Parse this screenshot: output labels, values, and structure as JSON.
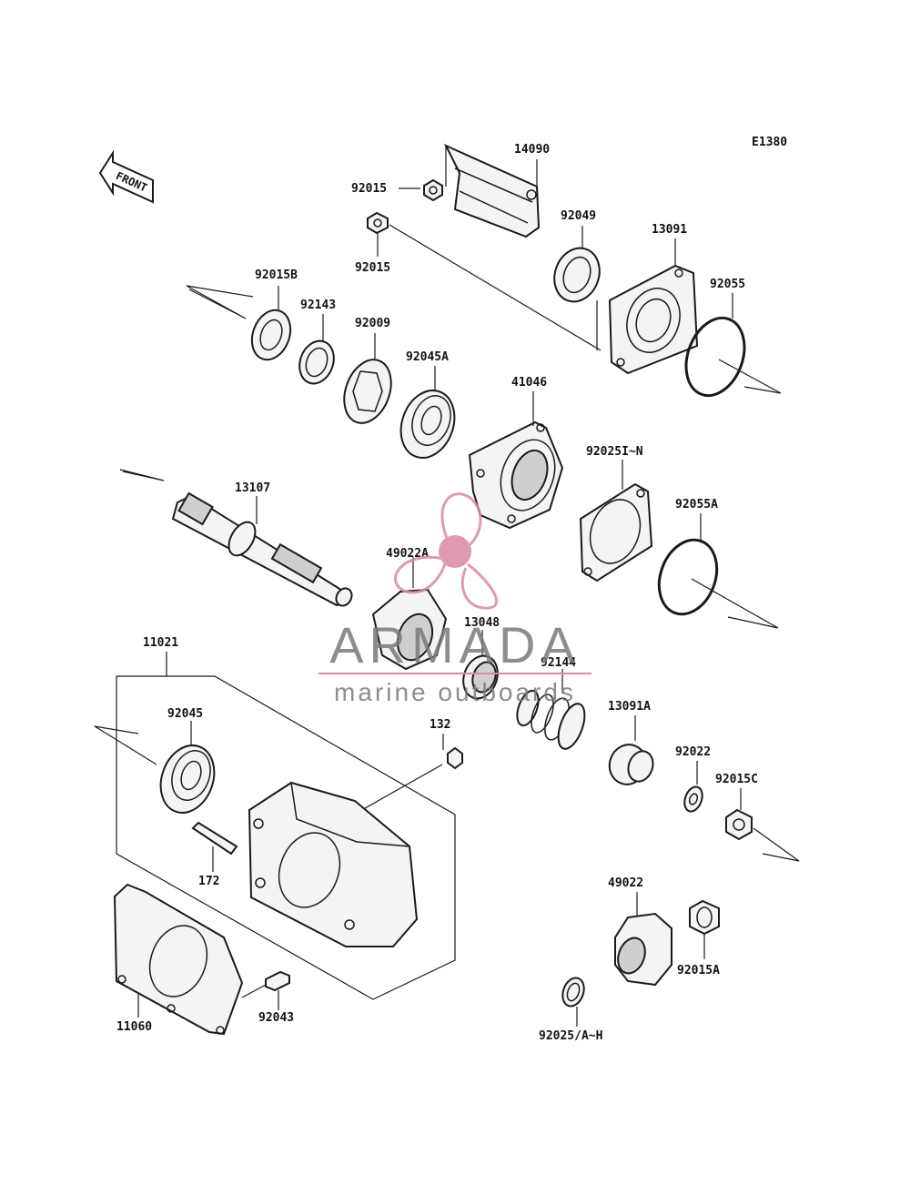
{
  "diagram": {
    "code": "E1380",
    "front_label": "FRONT",
    "colors": {
      "line": "#1a1a1a",
      "part_fill": "#f4f4f4",
      "watermark": "#d98aa3",
      "watermark_text": "#777777"
    },
    "watermark": {
      "brand": "ARMADA",
      "tagline": "marine outboards"
    },
    "parts": {
      "p14090": "14090",
      "p92015_top": "92015",
      "p92015_mid": "92015",
      "p92049": "92049",
      "p13091": "13091",
      "p92055": "92055",
      "p92015B": "92015B",
      "p92143": "92143",
      "p92009": "92009",
      "p92045A": "92045A",
      "p41046": "41046",
      "p92025IN": "92025I~N",
      "p92055A": "92055A",
      "p13107": "13107",
      "p49022A": "49022A",
      "p13048": "13048",
      "p92144": "92144",
      "p11021": "11021",
      "p92045": "92045",
      "p132": "132",
      "p13091A": "13091A",
      "p92022": "92022",
      "p92015C": "92015C",
      "p172": "172",
      "p49022": "49022",
      "p92015A": "92015A",
      "p11060": "11060",
      "p92043": "92043",
      "p92025AH": "92025/A~H"
    }
  }
}
